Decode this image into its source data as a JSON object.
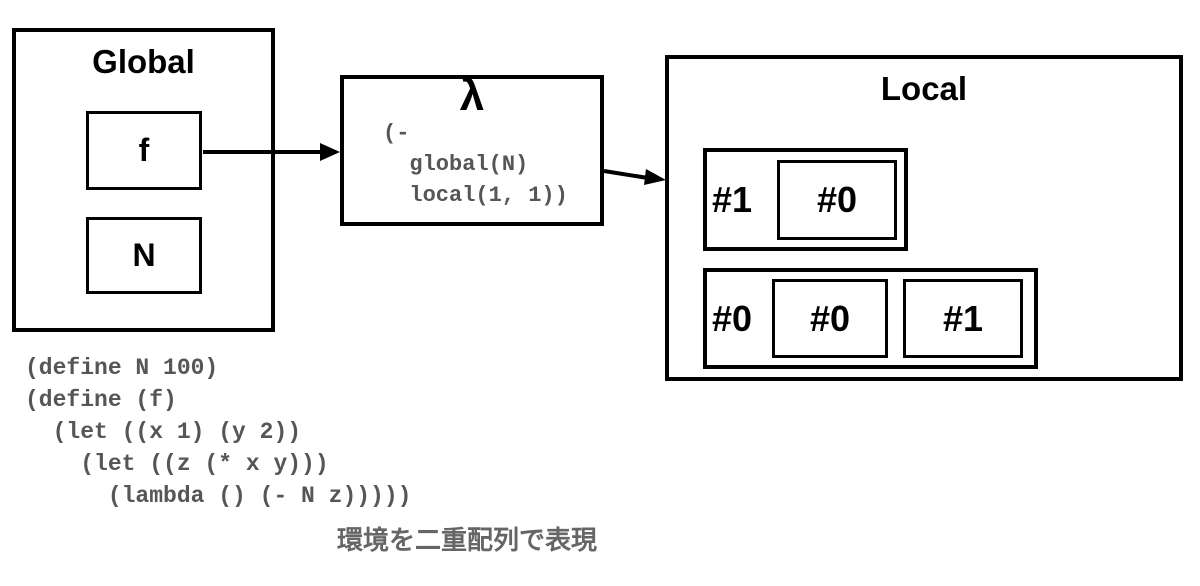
{
  "colors": {
    "border": "#000000",
    "code_text": "#565656",
    "caption_text": "#666666"
  },
  "global_box": {
    "title": "Global",
    "slots": [
      {
        "label": "f"
      },
      {
        "label": "N"
      }
    ]
  },
  "lambda_box": {
    "symbol": "λ",
    "code": "(-\n  global(N)\n  local(1, 1))"
  },
  "local_box": {
    "title": "Local",
    "rows": [
      {
        "label": "#1",
        "cells": [
          "#0"
        ]
      },
      {
        "label": "#0",
        "cells": [
          "#0",
          "#1"
        ]
      }
    ]
  },
  "code_block": {
    "text": "(define N 100)\n(define (f)\n  (let ((x 1) (y 2))\n    (let ((z (* x y)))\n      (lambda () (- N z)))))"
  },
  "caption": {
    "text": "環境を二重配列で表現"
  }
}
